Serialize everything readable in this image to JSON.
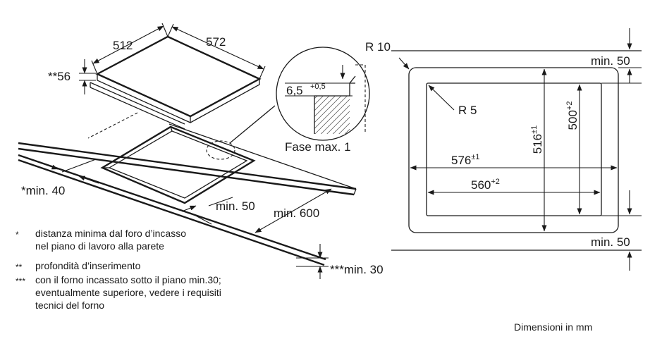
{
  "hob_top": {
    "depth": "512",
    "width": "572",
    "insert_depth": "**56"
  },
  "cutout_perspective": {
    "wall_min": "*min. 40",
    "edge_min": "min. 50",
    "worktop_min": "min. 600",
    "oven_clearance": "***min. 30"
  },
  "detail": {
    "thickness": "6,5",
    "tolerance": "+0,5",
    "chamfer": "Fase max. 1"
  },
  "plan_view": {
    "outer_radius": "R 10",
    "inner_radius": "R 5",
    "top_min": "min. 50",
    "bottom_min": "min. 50",
    "outer_width": "576",
    "outer_width_tol": "±1",
    "inner_width": "560",
    "inner_width_tol": "+2",
    "outer_height": "516",
    "outer_height_tol": "±1",
    "inner_height": "500",
    "inner_height_tol": "+2"
  },
  "notes": [
    {
      "marker": "*",
      "text": "distanza minima dal foro d’incasso\nnel piano di lavoro alla parete"
    },
    {
      "marker": "**",
      "text": "profondità d’inserimento"
    },
    {
      "marker": "***",
      "text": "con il forno incassato sotto il piano min.30;\neventualmente superiore, vedere i requisiti\ntecnici del forno"
    }
  ],
  "units_label": "Dimensioni in mm"
}
